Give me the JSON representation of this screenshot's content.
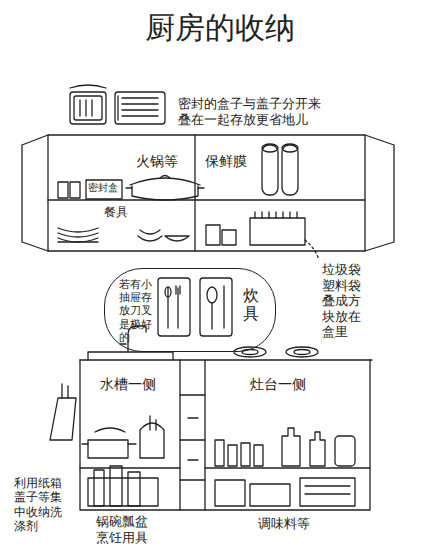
{
  "diagram": {
    "title": "厨房的收纳",
    "nodes": [
      {
        "text": [
          "若有小抽屉存放刀叉是极好的",
          "炊具"
        ]
      }
    ],
    "labels": [
      "密封的盒子与盖子分开来叠在一起存放更省地儿",
      "火锅等",
      "保鲜膜",
      "密封盒",
      "餐具",
      "垃圾袋塑料袋叠成方块放在盒里",
      "水槽一侧",
      "灶台一侧",
      "利用纸箱盖子等集中收纳洗涤剂",
      "锅碗瓢盆烹饪用具",
      "调味料等"
    ]
  }
}
